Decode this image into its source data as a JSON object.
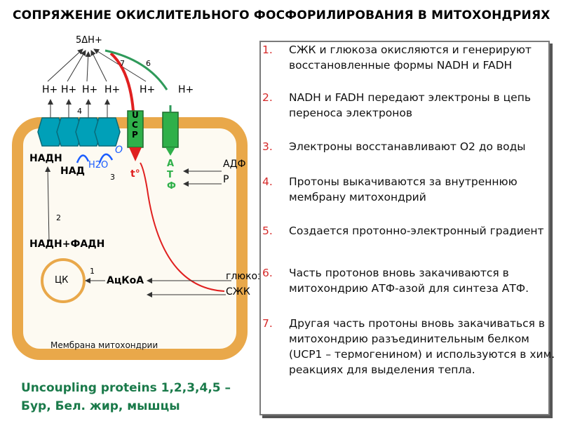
{
  "title": "СОПРЯЖЕНИЕ ОКИСЛИТЕЛЬНОГО ФОСФОРИЛИРОВАНИЯ В МИТОХОНДРИЯХ",
  "diagram": {
    "gradient_label": "5ΔH+",
    "proton_labels": [
      "H+",
      "H+",
      "H+",
      "H+",
      "H+",
      "H+"
    ],
    "complex_step": "4",
    "step6": "6",
    "step7": "7",
    "ucp_letters": [
      "U",
      "C",
      "P"
    ],
    "atp_letters": [
      "А",
      "Т",
      "Ф"
    ],
    "adp": "АДФ",
    "p": "Р",
    "nadh": "НАДН",
    "nad": "НАД",
    "h2o": "Н2О",
    "o": "О",
    "step3": "3",
    "t_deg": "t°",
    "step2": "2",
    "nadh_fadh": "НАДН+ФАДН",
    "ck": "ЦК",
    "step1": "1",
    "acetylcoa": "АцКоА",
    "glucose": "глюкоза",
    "fa": "СЖК",
    "membrane": "Мембрана митохондрии"
  },
  "bottom_text": [
    "Uncoupling proteins 1,2,3,4,5 –",
    "Бур, Бел. жир, мышцы"
  ],
  "steps": [
    {
      "n": "1.",
      "text": "СЖК и глюкоза окисляются и генерируют восстановленные формы NADH и FADH"
    },
    {
      "n": "2.",
      "text": "NADH и FADH передают электроны в цепь переноса электронов"
    },
    {
      "n": "3.",
      "text": "Электроны восстанавливают O2 до воды"
    },
    {
      "n": "4.",
      "text": "Протоны выкачиваются за внутреннюю мембрану митохондрий"
    },
    {
      "n": "5.",
      "text": "Создается протонно-электронный градиент"
    },
    {
      "n": "6.",
      "text": "Часть протонов вновь закачиваются в митохондрию АТФ-азой для синтеза АТФ."
    },
    {
      "n": "7.",
      "text": "Другая часть протоны вновь закачиваться в митохондрию разъединительным белком (UCP1 – термогенином) и используются в хим. реакциях для выделения тепла."
    }
  ],
  "colors": {
    "membrane": "#e9a84a",
    "matrix": "#fdfaf2",
    "complex": "#00a0b8",
    "ucp": "#2fb04a",
    "red": "#e02020",
    "steps_num": "#d62a2a"
  }
}
